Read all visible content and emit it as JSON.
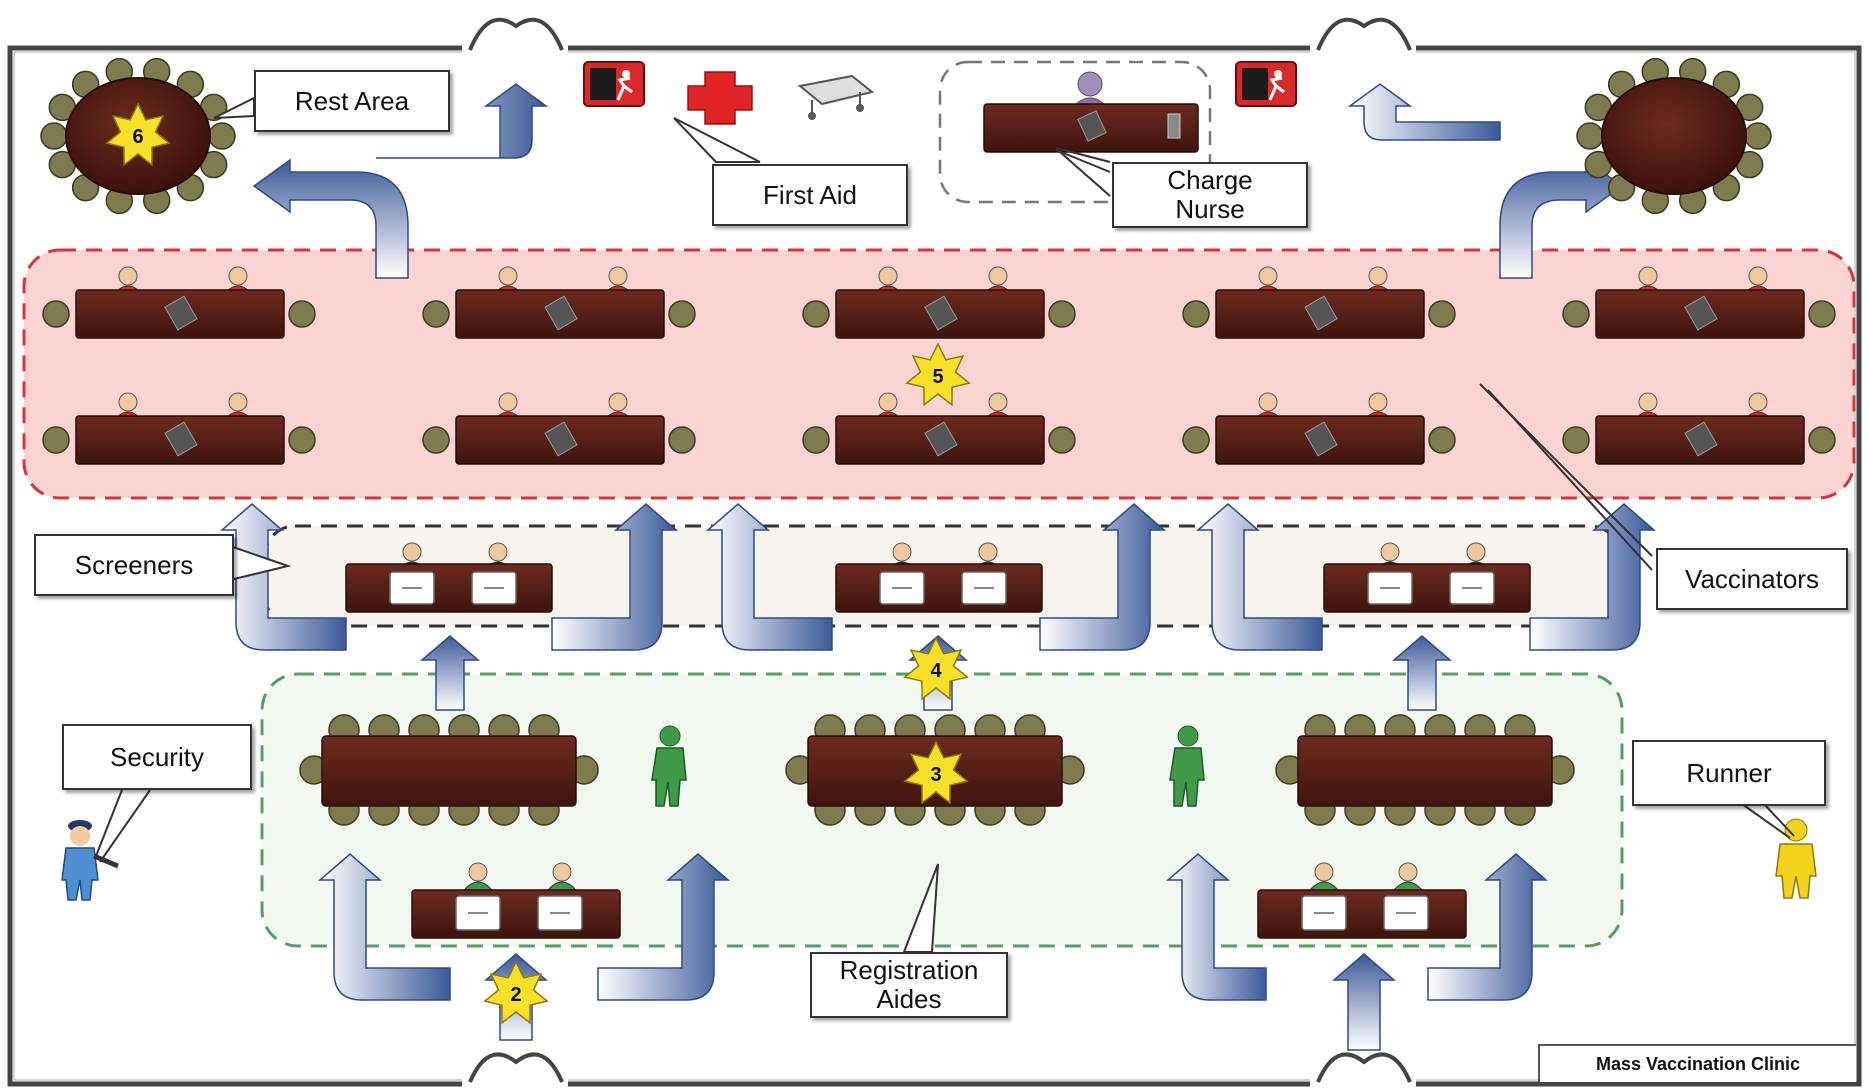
{
  "labels": {
    "rest_area": "Rest Area",
    "first_aid": "First Aid",
    "charge_nurse": "Charge\nNurse",
    "screeners": "Screeners",
    "vaccinators": "Vaccinators",
    "security": "Security",
    "runner": "Runner",
    "registration_aides": "Registration\nAides",
    "clinic_title": "Mass Vaccination Clinic"
  },
  "stations": {
    "entry": "2",
    "registration": "3",
    "screening": "4",
    "vaccination": "5",
    "rest": "6"
  },
  "colors": {
    "vaccinator_zone_fill": "#fbd3d3",
    "vaccinator_zone_border": "#d9343a",
    "registration_zone_fill": "#f1f8f0",
    "registration_zone_border": "#5a9c64",
    "screener_zone_fill": "#f7f4ee",
    "arrow": "#4a6aa8",
    "table": "#5c2218",
    "chair": "#7e7b4e",
    "staff_red": "#d72b2b",
    "staff_green": "#3f9a4a",
    "security_blue": "#4f8fd0",
    "runner_yellow": "#f2d21c",
    "star": "#f7e02a",
    "exit_sign": "#d92a2a",
    "first_aid_cross": "#e02424"
  },
  "icons": [
    "exit-sign-icon",
    "first-aid-cross-icon",
    "stretcher-icon",
    "clipboard-icon",
    "laptop-icon",
    "star-marker-icon",
    "person-icon",
    "door-icon"
  ]
}
